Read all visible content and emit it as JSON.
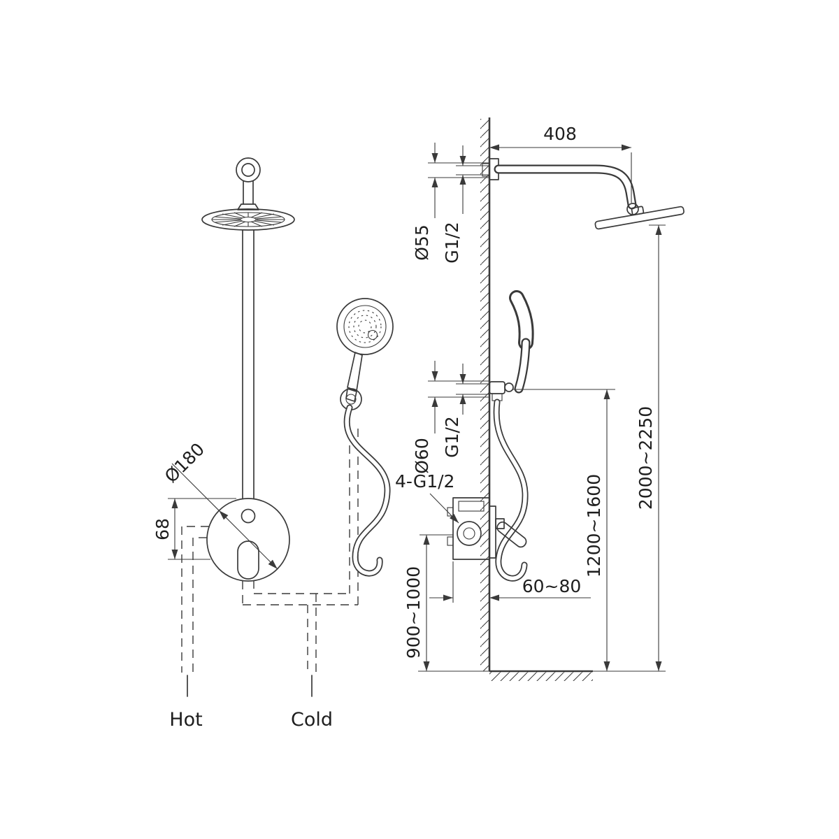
{
  "drawing": {
    "front_view": {
      "valve_diameter_label": "Ø180",
      "valve_offset_label": "68",
      "hot_supply_label": "Hot",
      "cold_supply_label": "Cold"
    },
    "side_view": {
      "arm_length_label": "408",
      "arm_flange_diameter_label": "Ø55",
      "arm_thread_label": "G1/2",
      "holder_flange_diameter_label": "Ø60",
      "holder_thread_label": "G1/2",
      "inlet_thread_label": "4-G1/2",
      "recess_depth_label": "60~80",
      "mixer_height_label": "900~1000",
      "holder_height_label": "1200~1600",
      "head_height_label": "2000~2250"
    },
    "colors": {
      "line": "#3a3a3a",
      "background": "#ffffff"
    }
  }
}
